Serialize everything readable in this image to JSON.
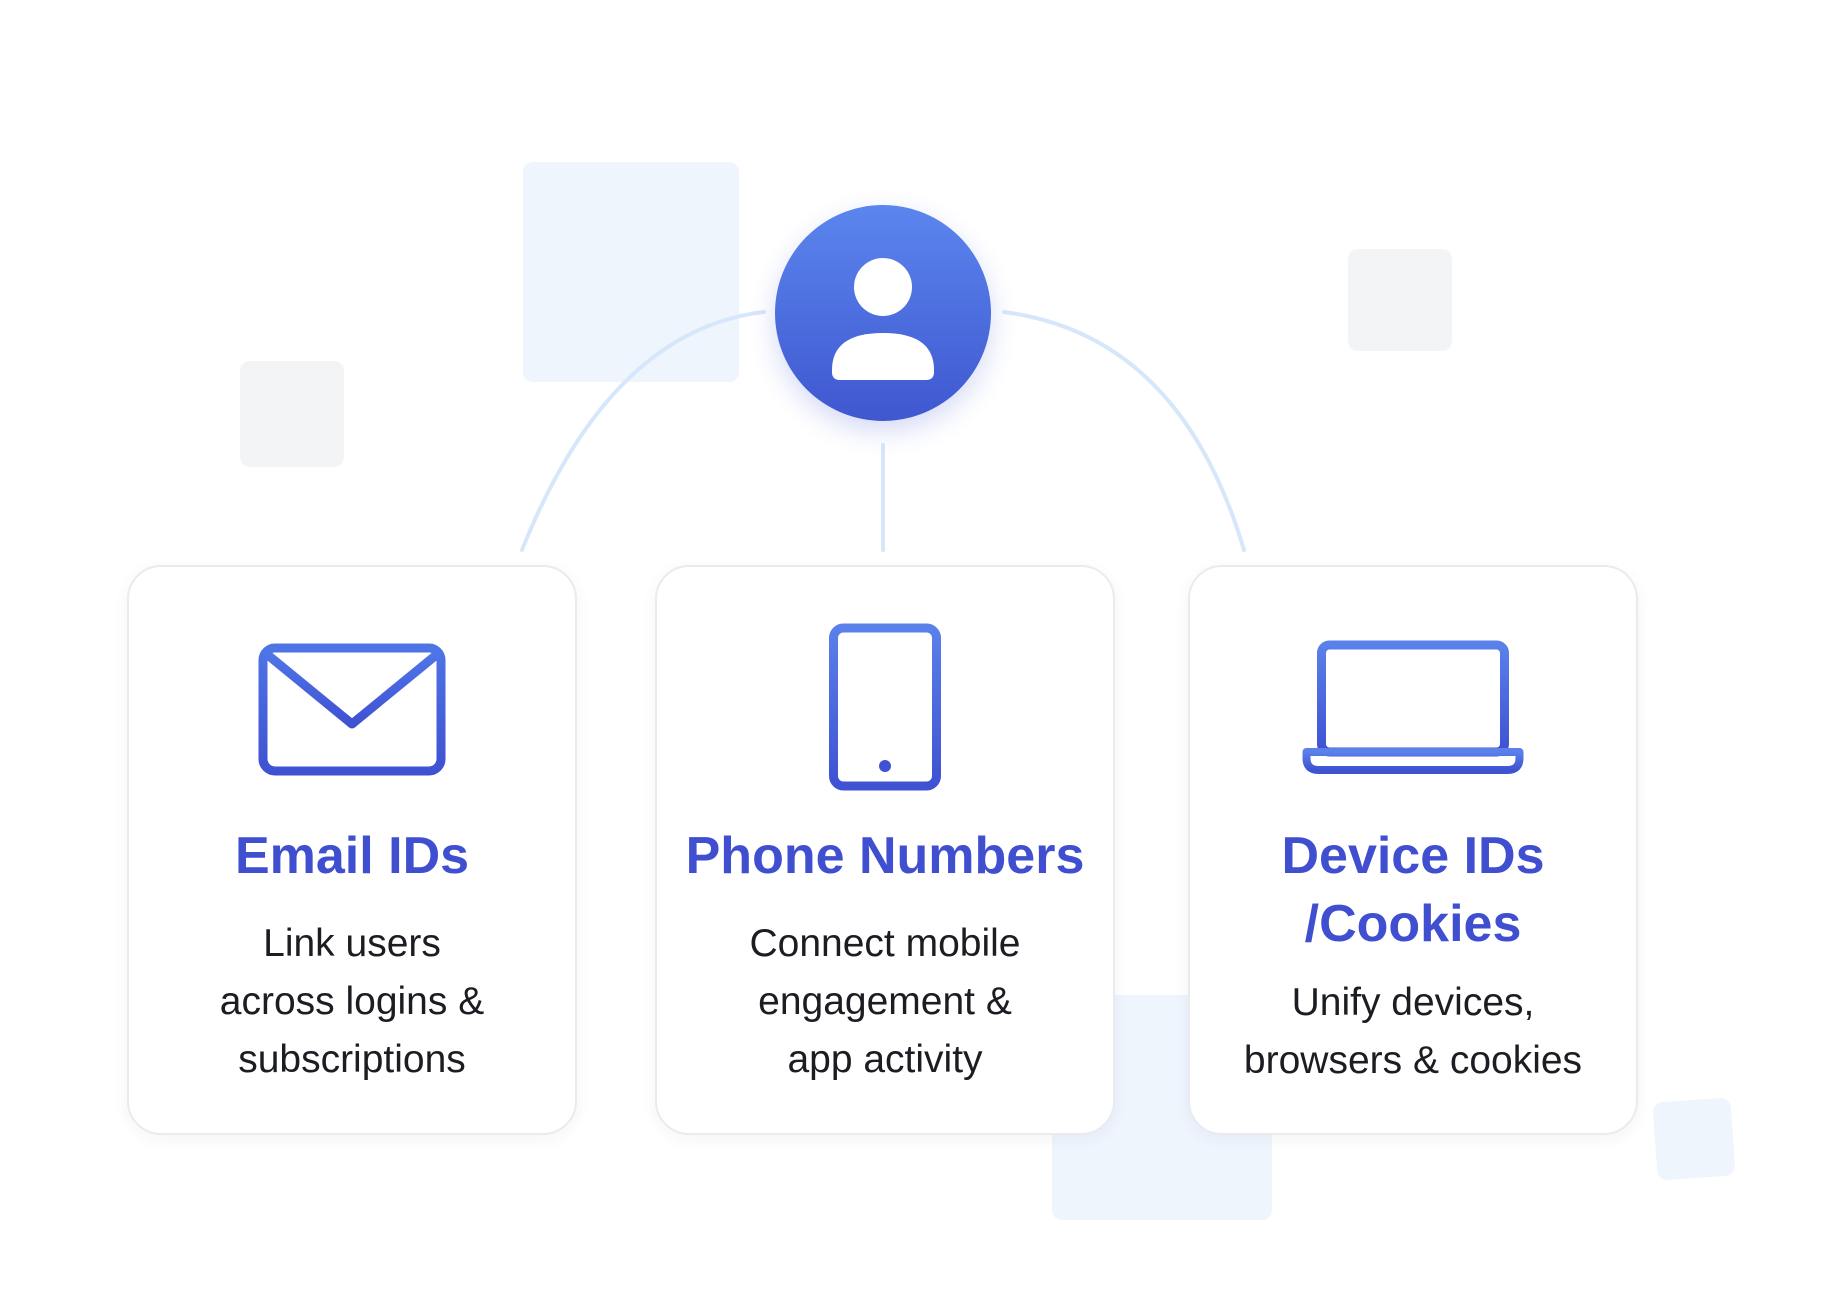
{
  "theme": {
    "accent": "#3f4fcf",
    "accent_gradient_top": "#5b86ee",
    "accent_gradient_bottom": "#3f57d0",
    "connector": "#d7e7fb",
    "card_border": "#e9ebef",
    "text": "#1b1d22"
  },
  "center_node": {
    "icon": "user-icon"
  },
  "cards": [
    {
      "icon": "email-icon",
      "title": "Email IDs",
      "description": [
        "Link users",
        "across logins &",
        "subscriptions"
      ]
    },
    {
      "icon": "mobile-phone-icon",
      "title": "Phone Numbers",
      "description": [
        "Connect mobile",
        "engagement &",
        "app activity"
      ]
    },
    {
      "icon": "laptop-icon",
      "title": "Device IDs\n/Cookies",
      "title_lines": [
        "Device IDs",
        "/Cookies"
      ],
      "description": [
        "Unify devices,",
        "browsers & cookies"
      ]
    }
  ]
}
